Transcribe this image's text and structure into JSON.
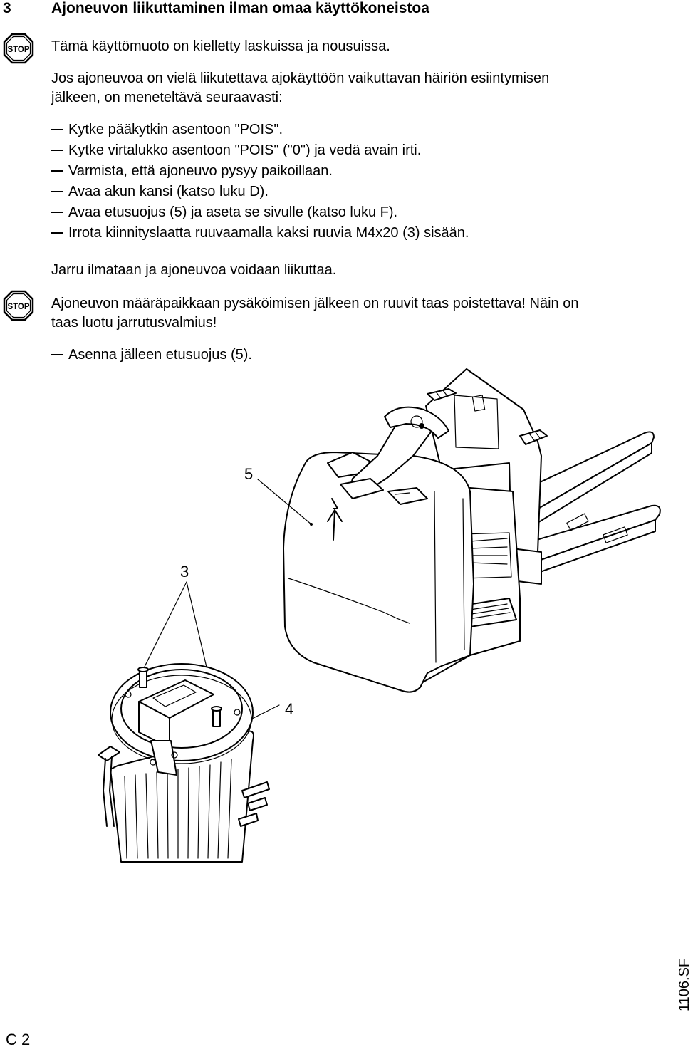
{
  "section": {
    "number": "3",
    "title": "Ajoneuvon liikuttaminen ilman omaa käyttökoneistoa"
  },
  "warning1": {
    "icon": "stop-sign-icon",
    "text": "Tämä käyttömuoto on kielletty laskuissa ja nousuissa."
  },
  "intro": {
    "line1": "Jos ajoneuvoa on vielä liikutettava ajokäyttöön vaikuttavan häiriön esiintymisen",
    "line2": "jälkeen, on meneteltävä seuraavasti:"
  },
  "steps": [
    "Kytke pääkytkin asentoon \"POIS\".",
    "Kytke virtalukko asentoon \"POIS\" (\"0\") ja vedä avain irti.",
    "Varmista, että ajoneuvo pysyy paikoillaan.",
    "Avaa akun kansi (katso luku D).",
    "Avaa etusuojus (5) ja aseta se sivulle (katso luku F).",
    "Irrota kiinnityslaatta ruuvaamalla kaksi ruuvia M4x20 (3) sisään."
  ],
  "result": "Jarru ilmataan ja ajoneuvoa voidaan liikuttaa.",
  "warning2": {
    "icon": "stop-sign-icon",
    "line1": "Ajoneuvon määräpaikkaan pysäköimisen jälkeen on ruuvit taas poistettava! Näin on",
    "line2": "taas luotu jarrutusvalmius!"
  },
  "final_step": "Asenna jälleen etusuojus (5).",
  "figure": {
    "callouts": {
      "cover": "5",
      "screws": "3",
      "brake": "4"
    },
    "code": "1106.SF"
  },
  "footer": {
    "page": "C 2"
  }
}
